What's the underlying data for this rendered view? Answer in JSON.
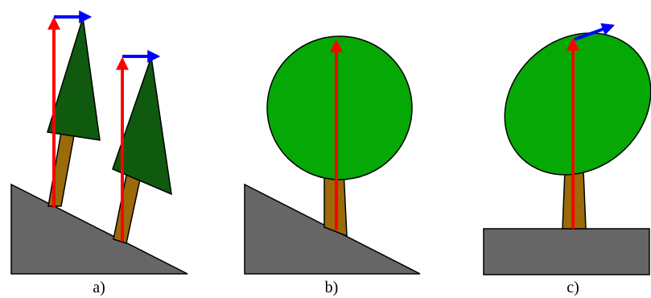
{
  "panels": [
    {
      "label": "a)"
    },
    {
      "label": "b)"
    },
    {
      "label": "c)"
    }
  ],
  "colors": {
    "ground": "#666666",
    "trunk": "#9b6a0a",
    "conifer_foliage": "#0f5a0f",
    "broadleaf_foliage": "#05a805",
    "vertical_arrow": "#ff0000",
    "horizontal_arrow": "#0000ff",
    "outline": "#000000"
  }
}
